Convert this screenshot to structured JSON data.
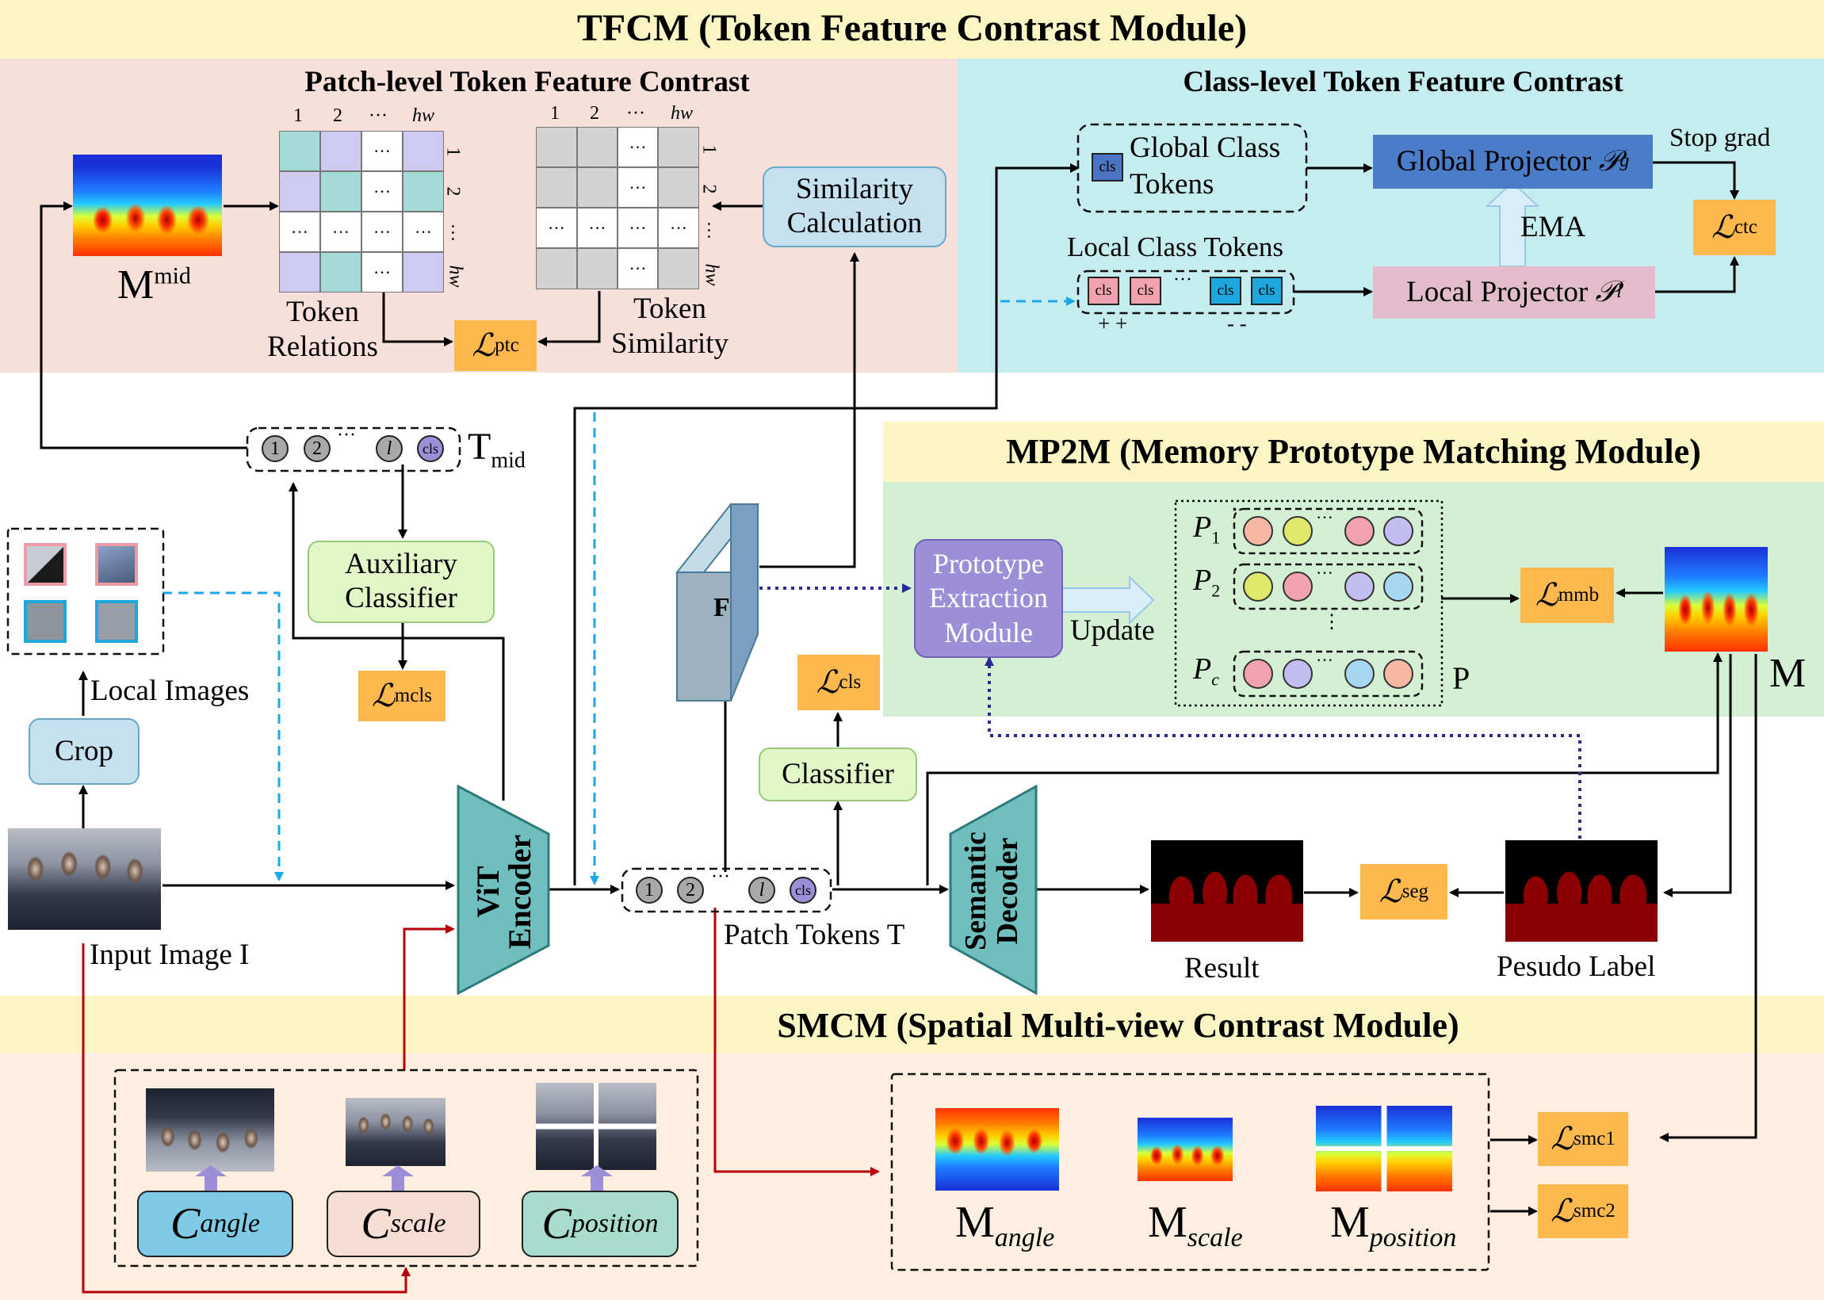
{
  "sections": {
    "tfcm": "TFCM (Token Feature Contrast Module)",
    "patch_level": "Patch-level Token Feature Contrast",
    "class_level": "Class-level Token Feature Contrast",
    "mp2m": "MP2M (Memory Prototype Matching Module)",
    "smcm": "SMCM (Spatial Multi-view Contrast Module)"
  },
  "tfcm": {
    "m_mid": "M",
    "m_mid_sup": "mid",
    "token_relations": "Token\nRelations",
    "token_similarity": "Token\nSimilarity",
    "similarity_calc": "Similarity\nCalculation",
    "grid_cols": [
      "1",
      "2",
      "···",
      "hw"
    ],
    "grid_rows": [
      "1",
      "2",
      "···",
      "hw"
    ],
    "global_class_tokens": "Global Class\nTokens",
    "local_class_tokens": "Local Class Tokens",
    "global_projector": "Global Projector",
    "global_projector_sym": "𝒫",
    "global_projector_sub": "g",
    "local_projector": "Local Projector",
    "local_projector_sym": "𝒫",
    "local_projector_sub": "l",
    "stop_grad": "Stop grad",
    "ema": "EMA",
    "cls": "cls",
    "plus_signs": "+ +",
    "minus_signs": "- -",
    "ellipsis": "···"
  },
  "losses": {
    "symbol": "ℒ",
    "ptc": "ptc",
    "ctc": "ctc",
    "mcls": "mcls",
    "cls": "cls",
    "mmb": "mmb",
    "seg": "seg",
    "smc1": "smc1",
    "smc2": "smc2"
  },
  "main": {
    "t_mid": "T",
    "t_mid_sub": "mid",
    "tok1": "1",
    "tok2": "2",
    "tokl": "l",
    "auxiliary_classifier": "Auxiliary\nClassifier",
    "local_images": "Local Images",
    "crop": "Crop",
    "input_image": "Input Image I",
    "vit_encoder": "ViT\nEncoder",
    "patch_tokens": "Patch Tokens T",
    "feature": "F",
    "classifier": "Classifier",
    "semantic_decoder": "Semantic\nDecoder",
    "result": "Result",
    "pseudo_label": "Pesudo Label"
  },
  "mp2m": {
    "prototype_extraction": "Prototype\nExtraction\nModule",
    "update": "Update",
    "p1": "P",
    "p1_sub": "1",
    "p2": "P",
    "p2_sub": "2",
    "pc": "P",
    "pc_sub": "c",
    "p_label": "P",
    "m_label": "M",
    "vdots": "⋮"
  },
  "smcm": {
    "c": "C",
    "c_angle": "angle",
    "c_scale": "scale",
    "c_position": "position",
    "m": "M",
    "m_angle": "angle",
    "m_scale": "scale",
    "m_position": "position"
  },
  "colors": {
    "tfcm_band": "#fbf5c4",
    "patch_bg": "#f8e0da",
    "class_bg": "#c5ecef",
    "mp2m_band": "#fbf5c4",
    "mp2m_bg": "#d4f0d4",
    "smcm_band": "#fbf5c4",
    "smcm_bg": "#fdeee0",
    "loss": "#ffb84d",
    "teal": "#76bfc1",
    "light_blue_box": "#c5e0ef",
    "green_box": "#e2f7c8",
    "purple_box": "#9c8fd8"
  }
}
